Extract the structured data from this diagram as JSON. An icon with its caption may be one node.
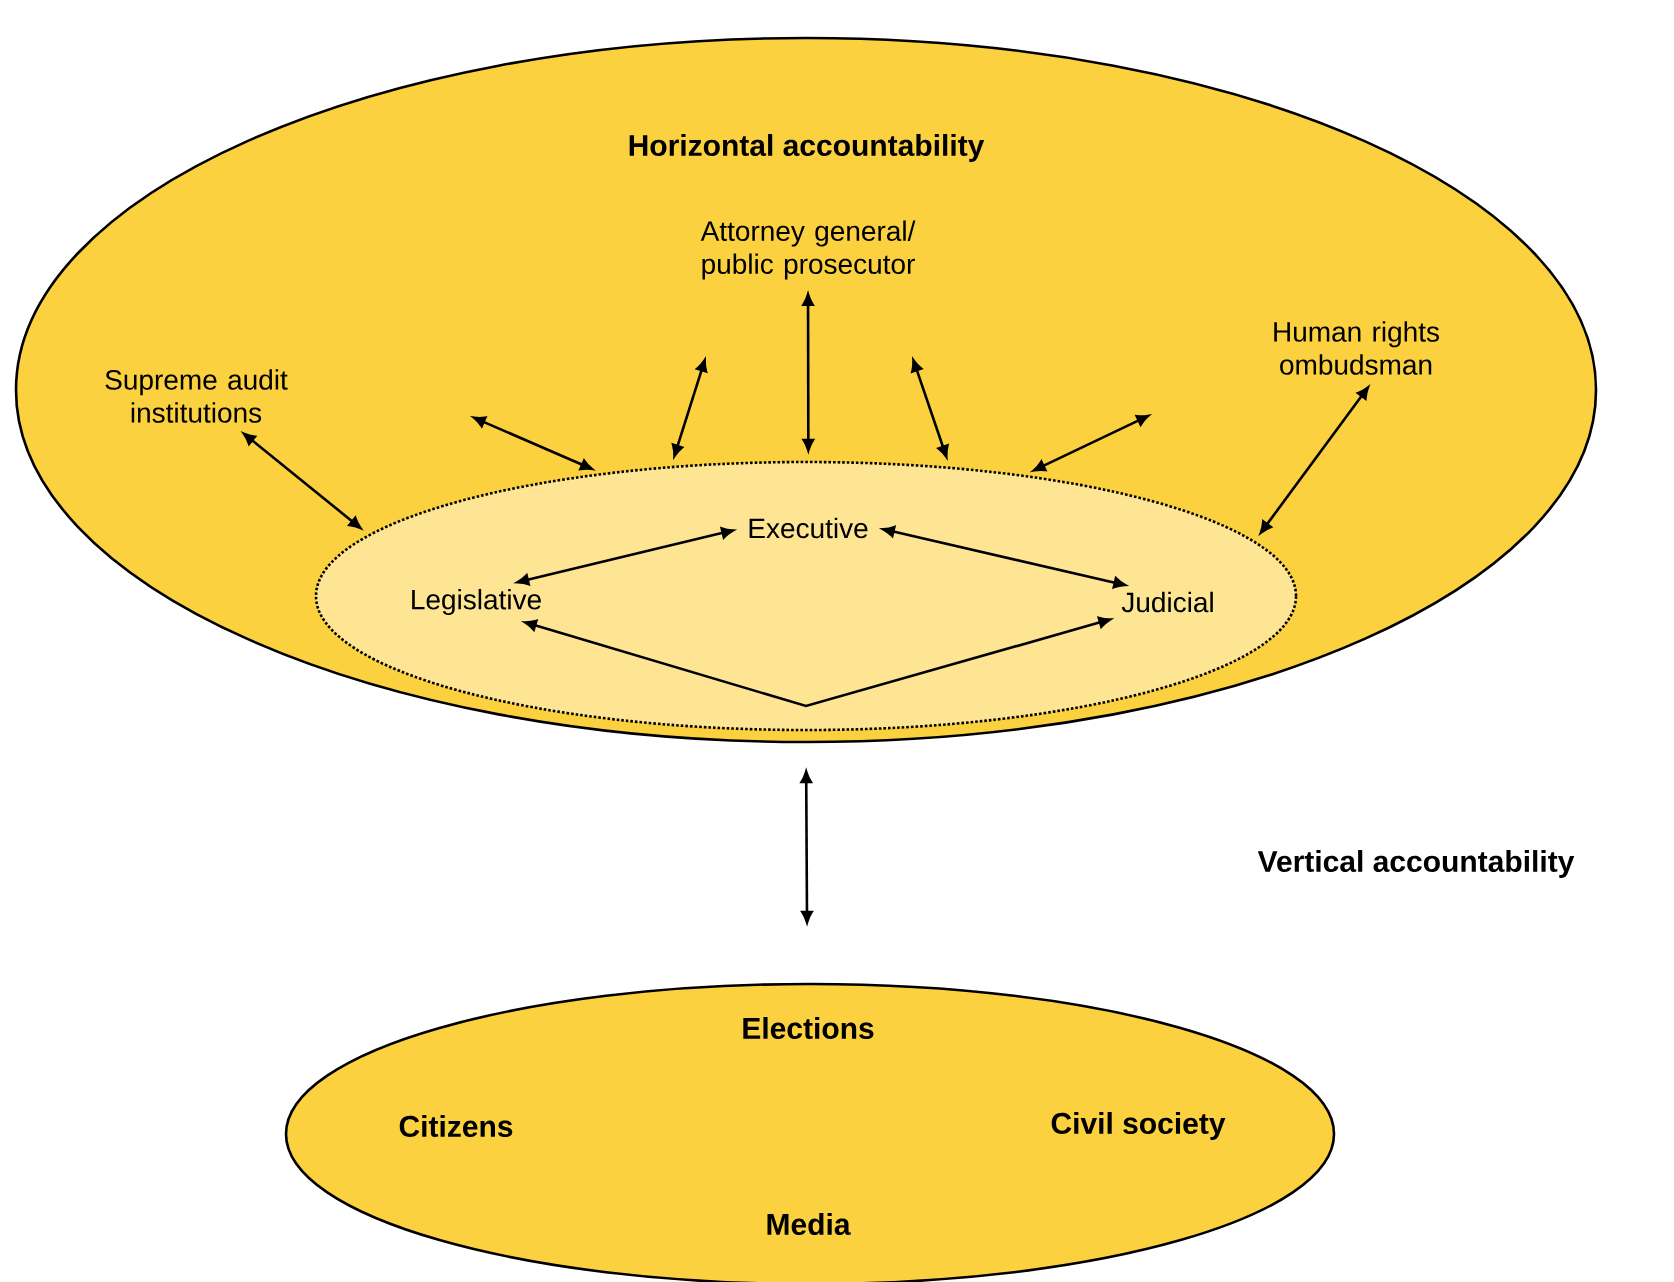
{
  "diagram": {
    "nodes": [
      {
        "text": [
          "Horizontal accountability"
        ]
      },
      {
        "text": [
          "Supreme audit institutions"
        ],
        "in": 0
      },
      {
        "text": [
          "Attorney general/ public prosecutor"
        ],
        "in": 0
      },
      {
        "text": [
          "Human rights ombudsman"
        ],
        "in": 0
      },
      {
        "text": [],
        "shape": "ellipse",
        "in": 0
      },
      {
        "text": [
          "Executive"
        ],
        "in": 4
      },
      {
        "text": [
          "Legislative"
        ],
        "in": 4
      },
      {
        "text": [
          "Judicial"
        ],
        "in": 4
      },
      {
        "text": [
          "Elections",
          "Citizens",
          "Civil society",
          "Media"
        ]
      }
    ],
    "edges": [
      {
        "from": 1,
        "to": 4,
        "arrow": "both"
      },
      {
        "from": null,
        "to": 4,
        "arrow": "both"
      },
      {
        "from": null,
        "to": 4,
        "arrow": "both"
      },
      {
        "from": 2,
        "to": 4,
        "arrow": "both"
      },
      {
        "from": null,
        "to": 4,
        "arrow": "both"
      },
      {
        "from": null,
        "to": 4,
        "arrow": "both"
      },
      {
        "from": 3,
        "to": 4,
        "arrow": "both"
      },
      {
        "from": 5,
        "to": 6,
        "arrow": "both"
      },
      {
        "from": 5,
        "to": 7,
        "arrow": "both"
      },
      {
        "from": 6,
        "to": 7,
        "arrow": "both"
      },
      {
        "from": 0,
        "to": 8,
        "arrow": "both"
      }
    ],
    "labels": [
      "Vertical accountability"
    ]
  }
}
